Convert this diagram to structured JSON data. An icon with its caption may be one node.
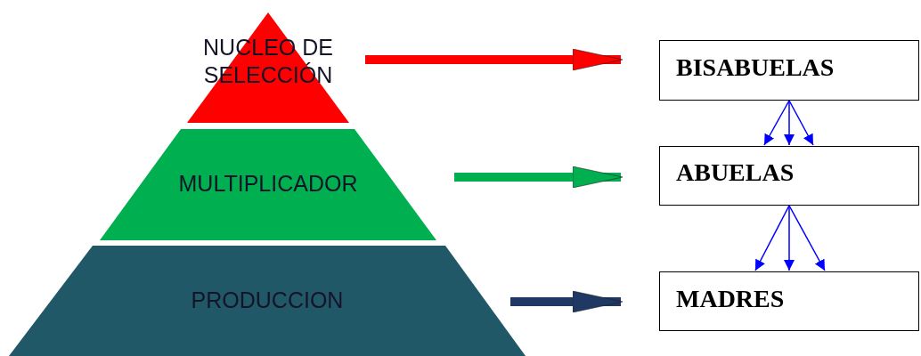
{
  "diagram": {
    "nodes": [
      {
        "text": [
          "NUCLEO DE SELECCIÓN"
        ]
      },
      {
        "text": [
          "MULTIPLICADOR"
        ]
      },
      {
        "text": [
          "PRODUCCION"
        ]
      },
      {
        "text": [
          "BISABUELAS"
        ]
      },
      {
        "text": [
          "ABUELAS"
        ]
      },
      {
        "text": [
          "MADRES"
        ]
      }
    ],
    "edges": [
      {
        "from": 0,
        "to": 3,
        "arrow": "to",
        "style": "thick",
        "color": "#ff0000"
      },
      {
        "from": 1,
        "to": 4,
        "arrow": "to",
        "style": "thick",
        "color": "#00b050"
      },
      {
        "from": 2,
        "to": 5,
        "arrow": "to",
        "style": "thick",
        "color": "#1f3864"
      },
      {
        "from": 3,
        "to": 4,
        "arrow": "to"
      },
      {
        "from": 3,
        "to": 4,
        "arrow": "to"
      },
      {
        "from": 3,
        "to": 4,
        "arrow": "to"
      },
      {
        "from": 4,
        "to": 5,
        "arrow": "to"
      },
      {
        "from": 4,
        "to": 5,
        "arrow": "to"
      },
      {
        "from": 4,
        "to": 5,
        "arrow": "to"
      }
    ]
  }
}
